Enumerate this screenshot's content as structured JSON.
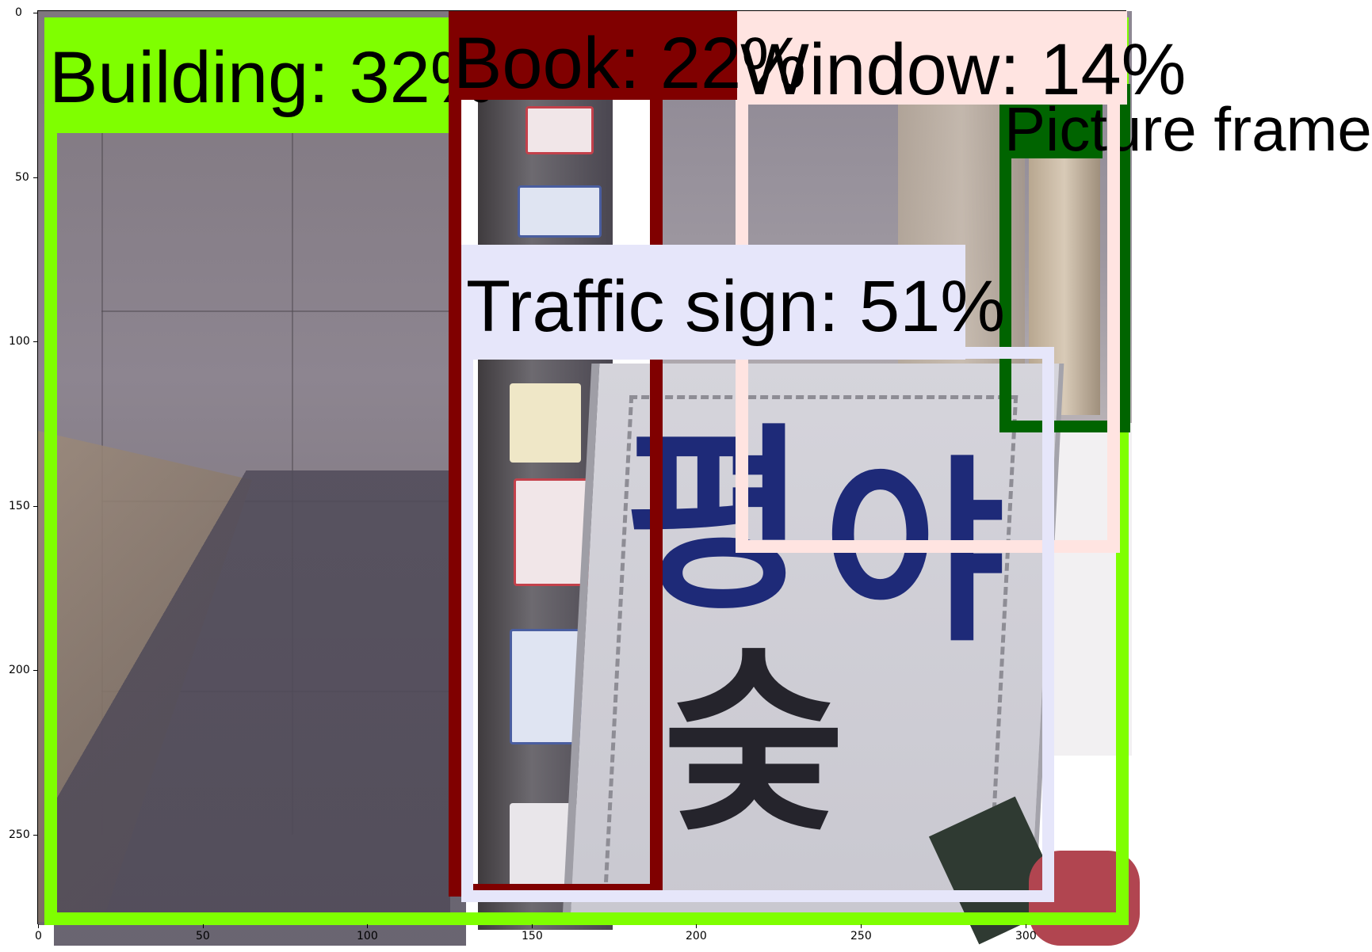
{
  "figure": {
    "x_axis": {
      "ticks": [
        "0",
        "50",
        "100",
        "150",
        "200",
        "250",
        "300"
      ]
    },
    "y_axis": {
      "ticks": [
        "0",
        "50",
        "100",
        "150",
        "200",
        "250"
      ]
    }
  },
  "detections": [
    {
      "label": "Building: 32%",
      "color": "#7fff00",
      "text_color": "#000000"
    },
    {
      "label": "Book: 22%",
      "color": "#800000",
      "text_color": "#000000"
    },
    {
      "label": "Window: 14%",
      "color": "#ffe4e1",
      "text_color": "#000000"
    },
    {
      "label": "Picture frame",
      "color": "#006400",
      "text_color": "#000000"
    },
    {
      "label": "Traffic sign: 51%",
      "color": "#e6e6fa",
      "text_color": "#000000"
    }
  ],
  "scene_text": {
    "sign_char_1": "평",
    "sign_char_2": "야",
    "sign_char_3": "숮"
  }
}
